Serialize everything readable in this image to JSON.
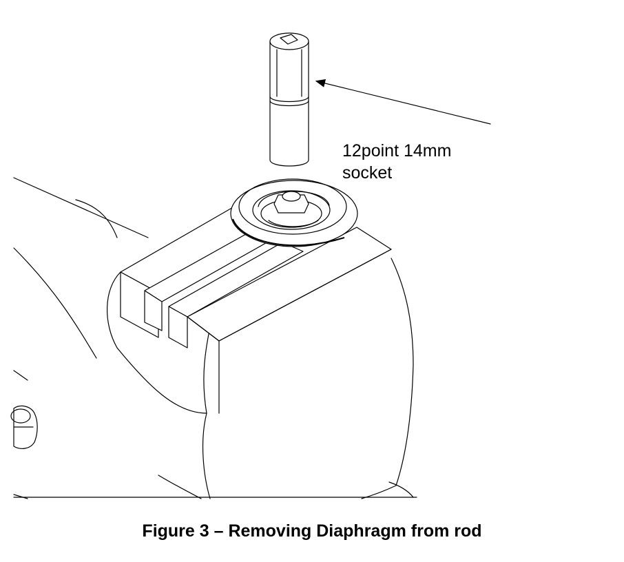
{
  "callout": {
    "line1": "12point 14mm",
    "line2": "socket"
  },
  "caption": "Figure 3 – Removing Diaphragm from rod",
  "colors": {
    "ink": "#000000",
    "background": "#ffffff"
  }
}
